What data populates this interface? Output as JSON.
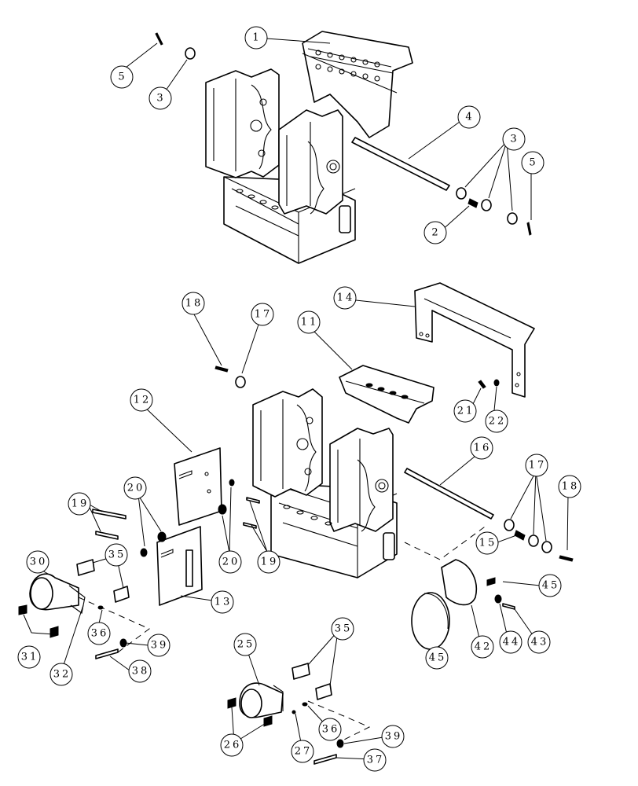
{
  "callouts": [
    {
      "label": "1"
    },
    {
      "label": "5"
    },
    {
      "label": "3"
    },
    {
      "label": "4"
    },
    {
      "label": "3"
    },
    {
      "label": "5"
    },
    {
      "label": "2"
    },
    {
      "label": "18"
    },
    {
      "label": "17"
    },
    {
      "label": "14"
    },
    {
      "label": "11"
    },
    {
      "label": "21"
    },
    {
      "label": "22"
    },
    {
      "label": "12"
    },
    {
      "label": "16"
    },
    {
      "label": "17"
    },
    {
      "label": "18"
    },
    {
      "label": "19"
    },
    {
      "label": "20"
    },
    {
      "label": "20"
    },
    {
      "label": "19"
    },
    {
      "label": "15"
    },
    {
      "label": "30"
    },
    {
      "label": "35"
    },
    {
      "label": "13"
    },
    {
      "label": "45"
    },
    {
      "label": "36"
    },
    {
      "label": "39"
    },
    {
      "label": "31"
    },
    {
      "label": "32"
    },
    {
      "label": "38"
    },
    {
      "label": "45"
    },
    {
      "label": "42"
    },
    {
      "label": "44"
    },
    {
      "label": "43"
    },
    {
      "label": "25"
    },
    {
      "label": "35"
    },
    {
      "label": "36"
    },
    {
      "label": "27"
    },
    {
      "label": "39"
    },
    {
      "label": "26"
    },
    {
      "label": "37"
    }
  ]
}
